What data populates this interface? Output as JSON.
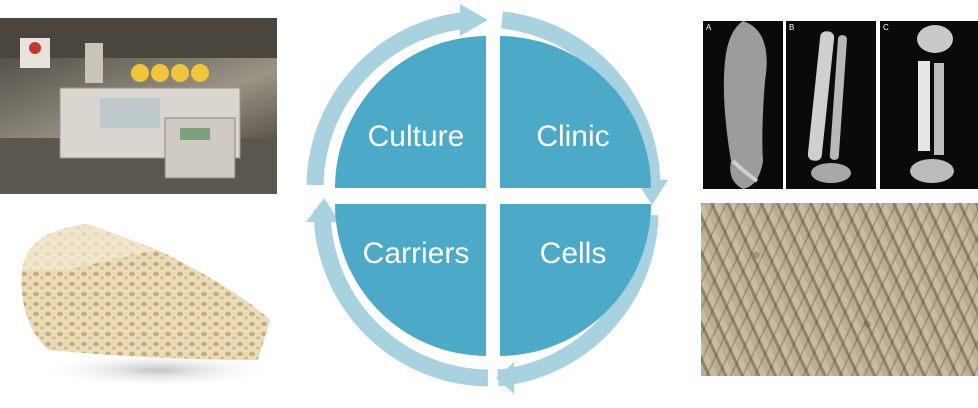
{
  "cycle": {
    "quadrants": [
      {
        "id": "culture",
        "label": "Culture"
      },
      {
        "id": "clinic",
        "label": "Clinic"
      },
      {
        "id": "carriers",
        "label": "Carriers"
      },
      {
        "id": "cells",
        "label": "Cells"
      }
    ],
    "colors": {
      "quadrant": "#4aaac8",
      "ring": "#a9d2e0"
    }
  },
  "photos": {
    "xray_panels": [
      "A",
      "B",
      "C"
    ]
  }
}
